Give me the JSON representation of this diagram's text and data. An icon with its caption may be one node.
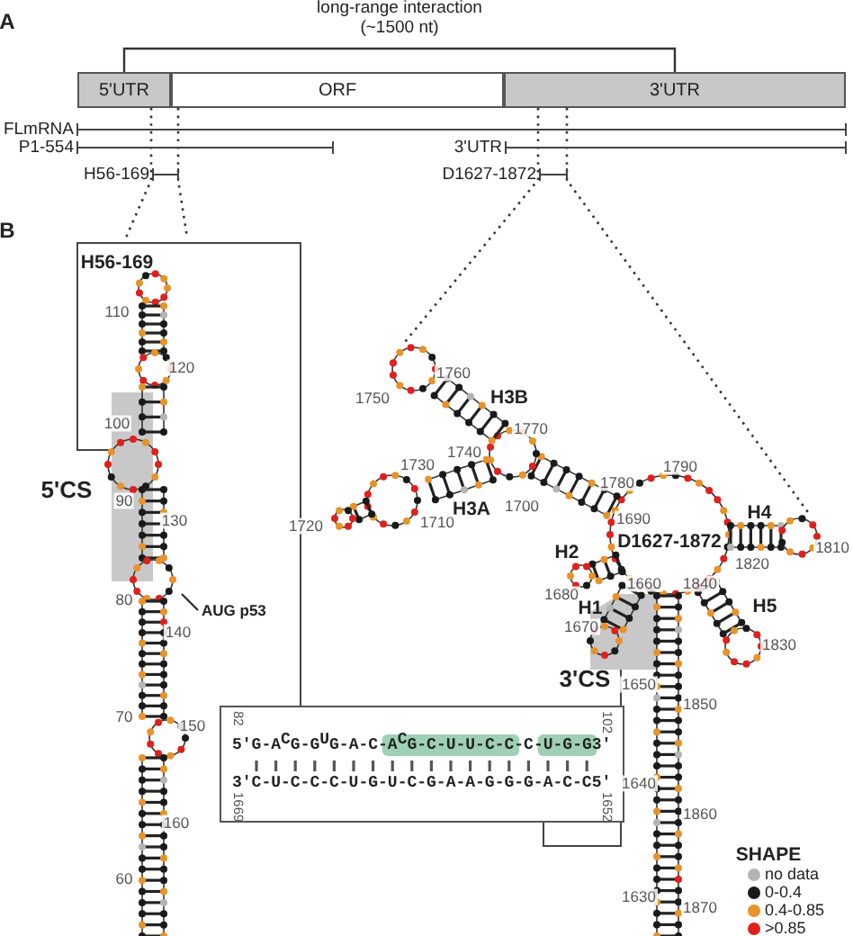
{
  "diagram": {
    "nodes": [
      {
        "text": [
          "5'UTR"
        ]
      },
      {
        "text": [
          "ORF"
        ]
      },
      {
        "text": [
          "3'UTR"
        ]
      },
      {
        "text": [
          "5'G-A$^{C}$G-G$^{U}$G-A-C-A$^{C}$G-C-U-U-C-C-C-U-G-G3'",
          "3'C-U-C-C-C-U-G-U-C-G-A-A-G-G-G-A-C-C5'",
          "82",
          "1669",
          "102",
          "1652"
        ]
      },
      {
        "text": [
          "AUG p53"
        ]
      }
    ],
    "edges": [
      {
        "from": 0,
        "to": 2,
        "arrow": "none",
        "label": "long-range interaction (~1500 nt)"
      },
      {
        "from": 4,
        "to": null,
        "arrow": "none"
      }
    ],
    "labels": [
      "A",
      "FLmRNA",
      "P1-554",
      "3'UTR",
      "H56-169",
      "D1627-1872",
      "B",
      "H56-169",
      "110",
      "120",
      "100",
      "5'CS",
      "90",
      "130",
      "80",
      "140",
      "70",
      "150",
      "160",
      "60",
      "1760",
      "1750",
      "H3B",
      "1770",
      "1740",
      "1730",
      "1790",
      "1780",
      "H3A",
      "1700",
      "1710",
      "H4",
      "1690",
      "1720",
      "H2",
      "D1627-1872",
      "1810",
      "1820",
      "1680",
      "1660",
      "1840",
      "H1",
      "H5",
      "1670",
      "1830",
      "3'CS",
      "1650",
      "1850",
      "1640",
      "1860",
      "1630",
      "1870",
      "SHAPE"
    ],
    "legend": [
      {
        "text": "no data",
        "color": "#b4b4b4"
      },
      {
        "text": "0-0.4",
        "color": "#1a1a1a"
      },
      {
        "text": "0.4-0.85",
        "color": "#e8932a"
      },
      {
        "text": ">0.85",
        "color": "#e0201c"
      }
    ]
  }
}
